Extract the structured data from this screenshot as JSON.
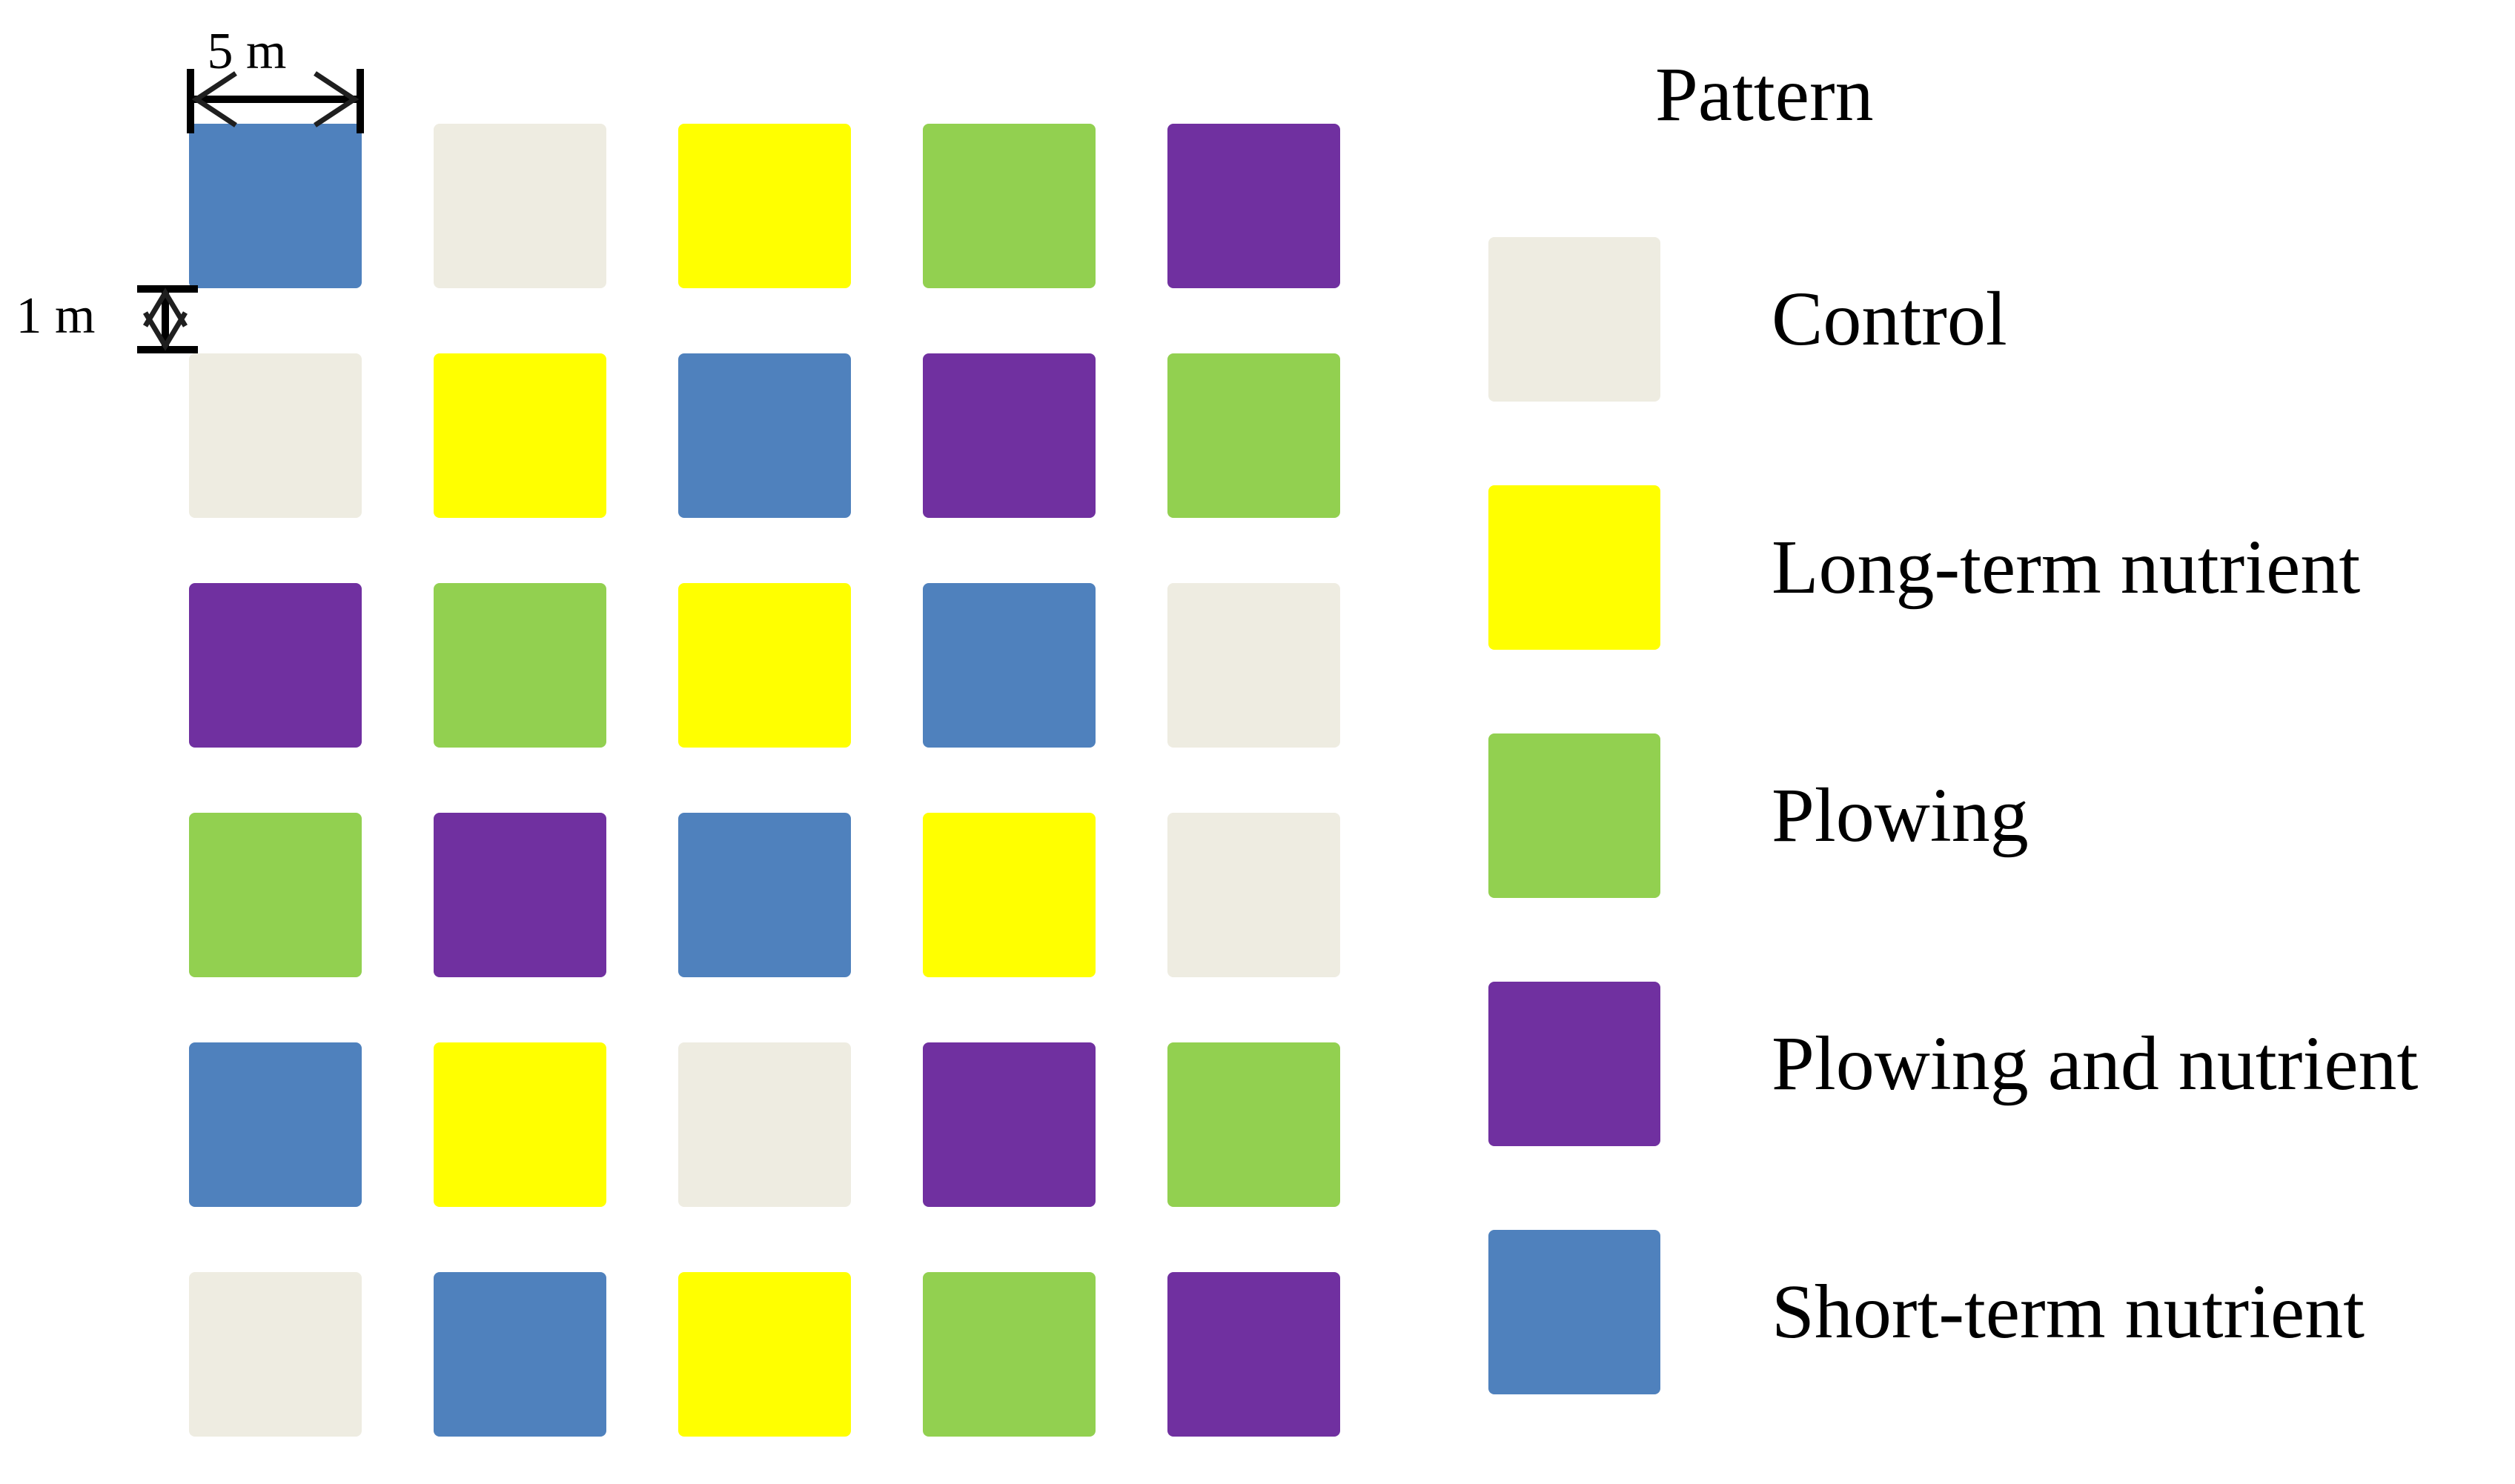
{
  "annotations": {
    "plot_width_label": "5 m",
    "row_gap_label": "1 m"
  },
  "legend": {
    "title": "Pattern",
    "items": [
      {
        "key": "control",
        "label": "Control",
        "color": "#EEECE1"
      },
      {
        "key": "long_term_nutrient",
        "label": "Long-term nutrient",
        "color": "#FFFF00"
      },
      {
        "key": "plowing",
        "label": "Plowing",
        "color": "#92D050"
      },
      {
        "key": "plowing_and_nutrient",
        "label": "Plowing and nutrient",
        "color": "#7030A0"
      },
      {
        "key": "short_term_nutrient",
        "label": "Short-term nutrient",
        "color": "#4F81BD"
      }
    ]
  },
  "grid": {
    "rows": 6,
    "cols": 5,
    "colors": {
      "control": "#EEECE1",
      "long_term_nutrient": "#FFFF00",
      "plowing": "#92D050",
      "plowing_and_nutrient": "#7030A0",
      "short_term_nutrient": "#4F81BD"
    },
    "cells": [
      [
        "short_term_nutrient",
        "control",
        "long_term_nutrient",
        "plowing",
        "plowing_and_nutrient"
      ],
      [
        "control",
        "long_term_nutrient",
        "short_term_nutrient",
        "plowing_and_nutrient",
        "plowing"
      ],
      [
        "plowing_and_nutrient",
        "plowing",
        "long_term_nutrient",
        "short_term_nutrient",
        "control"
      ],
      [
        "plowing",
        "plowing_and_nutrient",
        "short_term_nutrient",
        "long_term_nutrient",
        "control"
      ],
      [
        "short_term_nutrient",
        "long_term_nutrient",
        "control",
        "plowing_and_nutrient",
        "plowing"
      ],
      [
        "control",
        "short_term_nutrient",
        "long_term_nutrient",
        "plowing",
        "plowing_and_nutrient"
      ]
    ]
  }
}
